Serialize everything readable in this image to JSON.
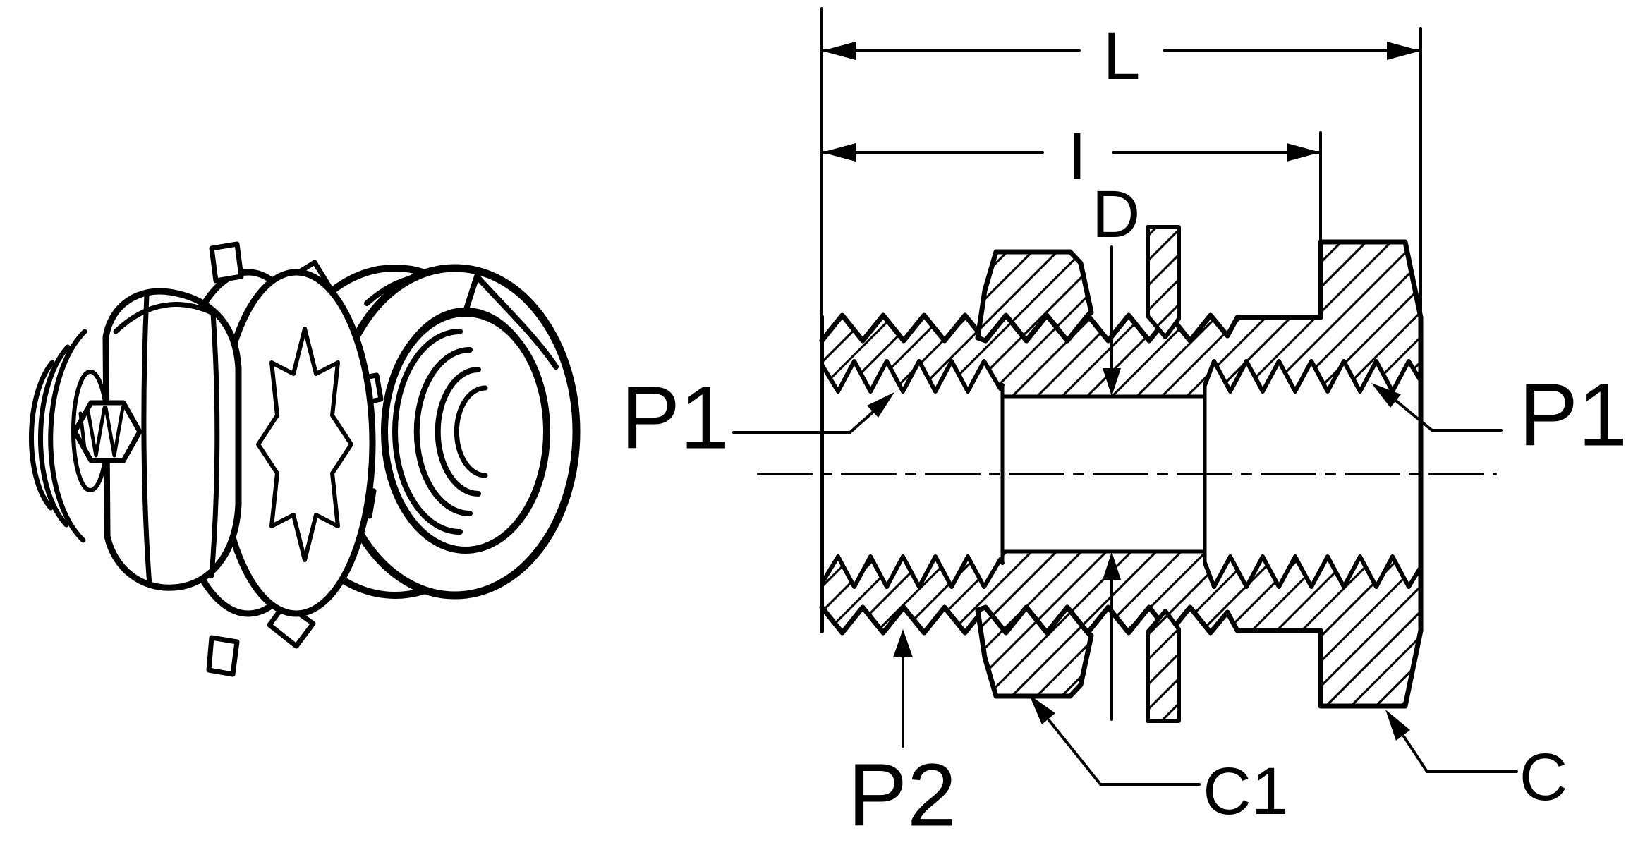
{
  "figure": {
    "kind": "technical line drawing",
    "subject": "bulkhead fitting with jam nut and star lock washer",
    "views": {
      "left": "isometric exploded view (body, lock washer, hex nut)",
      "right": "cross-section through panel with dimension callouts"
    },
    "colors": {
      "ink": "#000000",
      "paper": "#ffffff"
    }
  },
  "labels": {
    "overall_length": "L",
    "grip_length": "I",
    "bore_diameter": "D",
    "port_thread_left": "P1",
    "port_thread_right": "P1",
    "bulkhead_thread": "P2",
    "nut_hex": "C1",
    "body_hex": "C"
  },
  "callouts": [
    {
      "label": "L",
      "points_to": "overall length between end faces"
    },
    {
      "label": "I",
      "points_to": "length from left face to hex shoulder"
    },
    {
      "label": "D",
      "points_to": "center bore (two opposed vertical arrows)"
    },
    {
      "label": "P1",
      "points_to": "left internal port thread"
    },
    {
      "label": "P1",
      "points_to": "right internal port thread"
    },
    {
      "label": "P2",
      "points_to": "external bulkhead mounting thread"
    },
    {
      "label": "C1",
      "points_to": "jam nut hex (bottom edge of nut section)"
    },
    {
      "label": "C",
      "points_to": "body hex (bottom corner of hex section)"
    }
  ]
}
